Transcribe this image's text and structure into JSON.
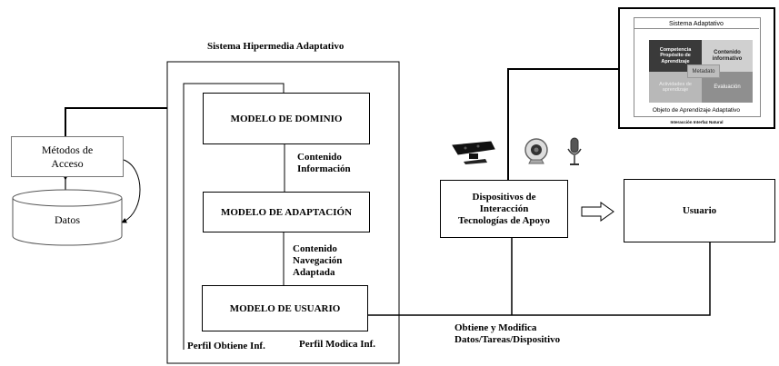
{
  "system_title": "Sistema Hipermedia Adaptativo",
  "metodos": {
    "line1": "Métodos de",
    "line2": "Acceso"
  },
  "datos": "Datos",
  "modelo_dominio": "MODELO DE DOMINIO",
  "modelo_adaptacion": "MODELO DE ADAPTACIÓN",
  "modelo_usuario": "MODELO DE USUARIO",
  "contenido_info": {
    "line1": "Contenido",
    "line2": "Información"
  },
  "contenido_nav": {
    "line1": "Contenido",
    "line2": "Navegación",
    "line3": "Adaptada"
  },
  "perfil_obtiene": "Perfil Obtiene Inf.",
  "perfil_modifica": "Perfil Modica Inf.",
  "dispositivos": {
    "line1": "Dispositivos de",
    "line2": "Interacción",
    "line3": "Tecnologías de Apoyo"
  },
  "usuario": "Usuario",
  "obtiene_modifica": {
    "line1": "Obtiene y Modifica",
    "line2": "Datos/Tareas/Dispositivo"
  },
  "inset": {
    "title": "Sistema Adaptativo",
    "competencia": {
      "line1": "Competencia",
      "line2": "Propósito de",
      "line3": "Aprendizaje"
    },
    "contenido": {
      "line1": "Contenido",
      "line2": "informativo"
    },
    "metadato": "Metadato",
    "actividades": {
      "line1": "Actividades de",
      "line2": "aprendizaje"
    },
    "evaluacion": "Evaluación",
    "objeto": "Objeto de Aprendizaje Adaptativo",
    "caption": "Interacción Interfaz Natural"
  },
  "colors": {
    "stroke": "#000000",
    "dark_cell": "#3a3a3a",
    "mid_cell": "#8f8f8f",
    "light_cell": "#b8b8b8",
    "pale_cell": "#d0d0d0"
  },
  "icons": [
    "kinect-sensor-icon",
    "webcam-icon",
    "microphone-icon",
    "hollow-arrow-right-icon"
  ]
}
